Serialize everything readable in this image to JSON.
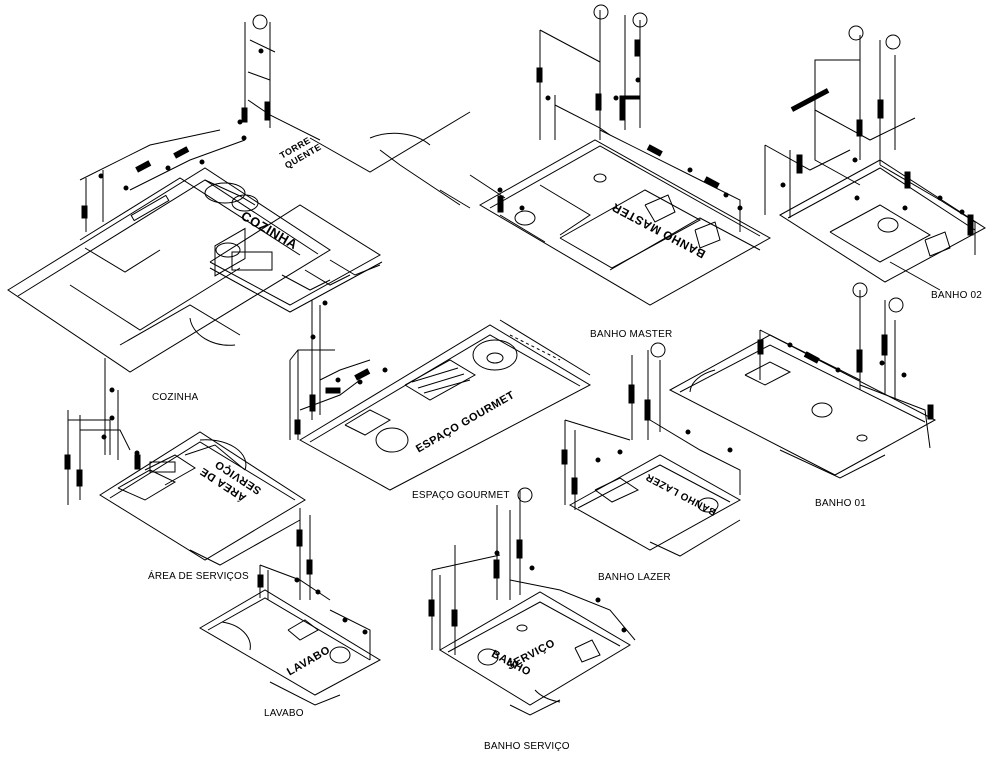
{
  "captions": {
    "cozinha": "COZINHA",
    "banho_master": "BANHO MASTER",
    "banho_02": "BANHO 02",
    "area_servicos": "ÁREA DE SERVIÇOS",
    "espaco_gourmet": "ESPAÇO GOURMET",
    "banho_01": "BANHO 01",
    "banho_lazer": "BANHO LAZER",
    "lavabo": "LAVABO",
    "banho_servico": "BANHO SERVIÇO"
  },
  "floor_labels": {
    "cozinha": "COZINHA",
    "torre_line1": "TORRE",
    "torre_line2": "QUENTE",
    "banho_master": "BANHO MASTER",
    "area_de": "ÁREA DE",
    "servico": "SERVIÇO",
    "espaco_gourmet": "ESPAÇO GOURMET",
    "banho_lazer": "BANHO LAZER",
    "lavabo": "LAVABO",
    "banho": "BANHO",
    "servico2": "SERVIÇO"
  },
  "colors": {
    "ink": "#000000",
    "background": "#ffffff"
  }
}
